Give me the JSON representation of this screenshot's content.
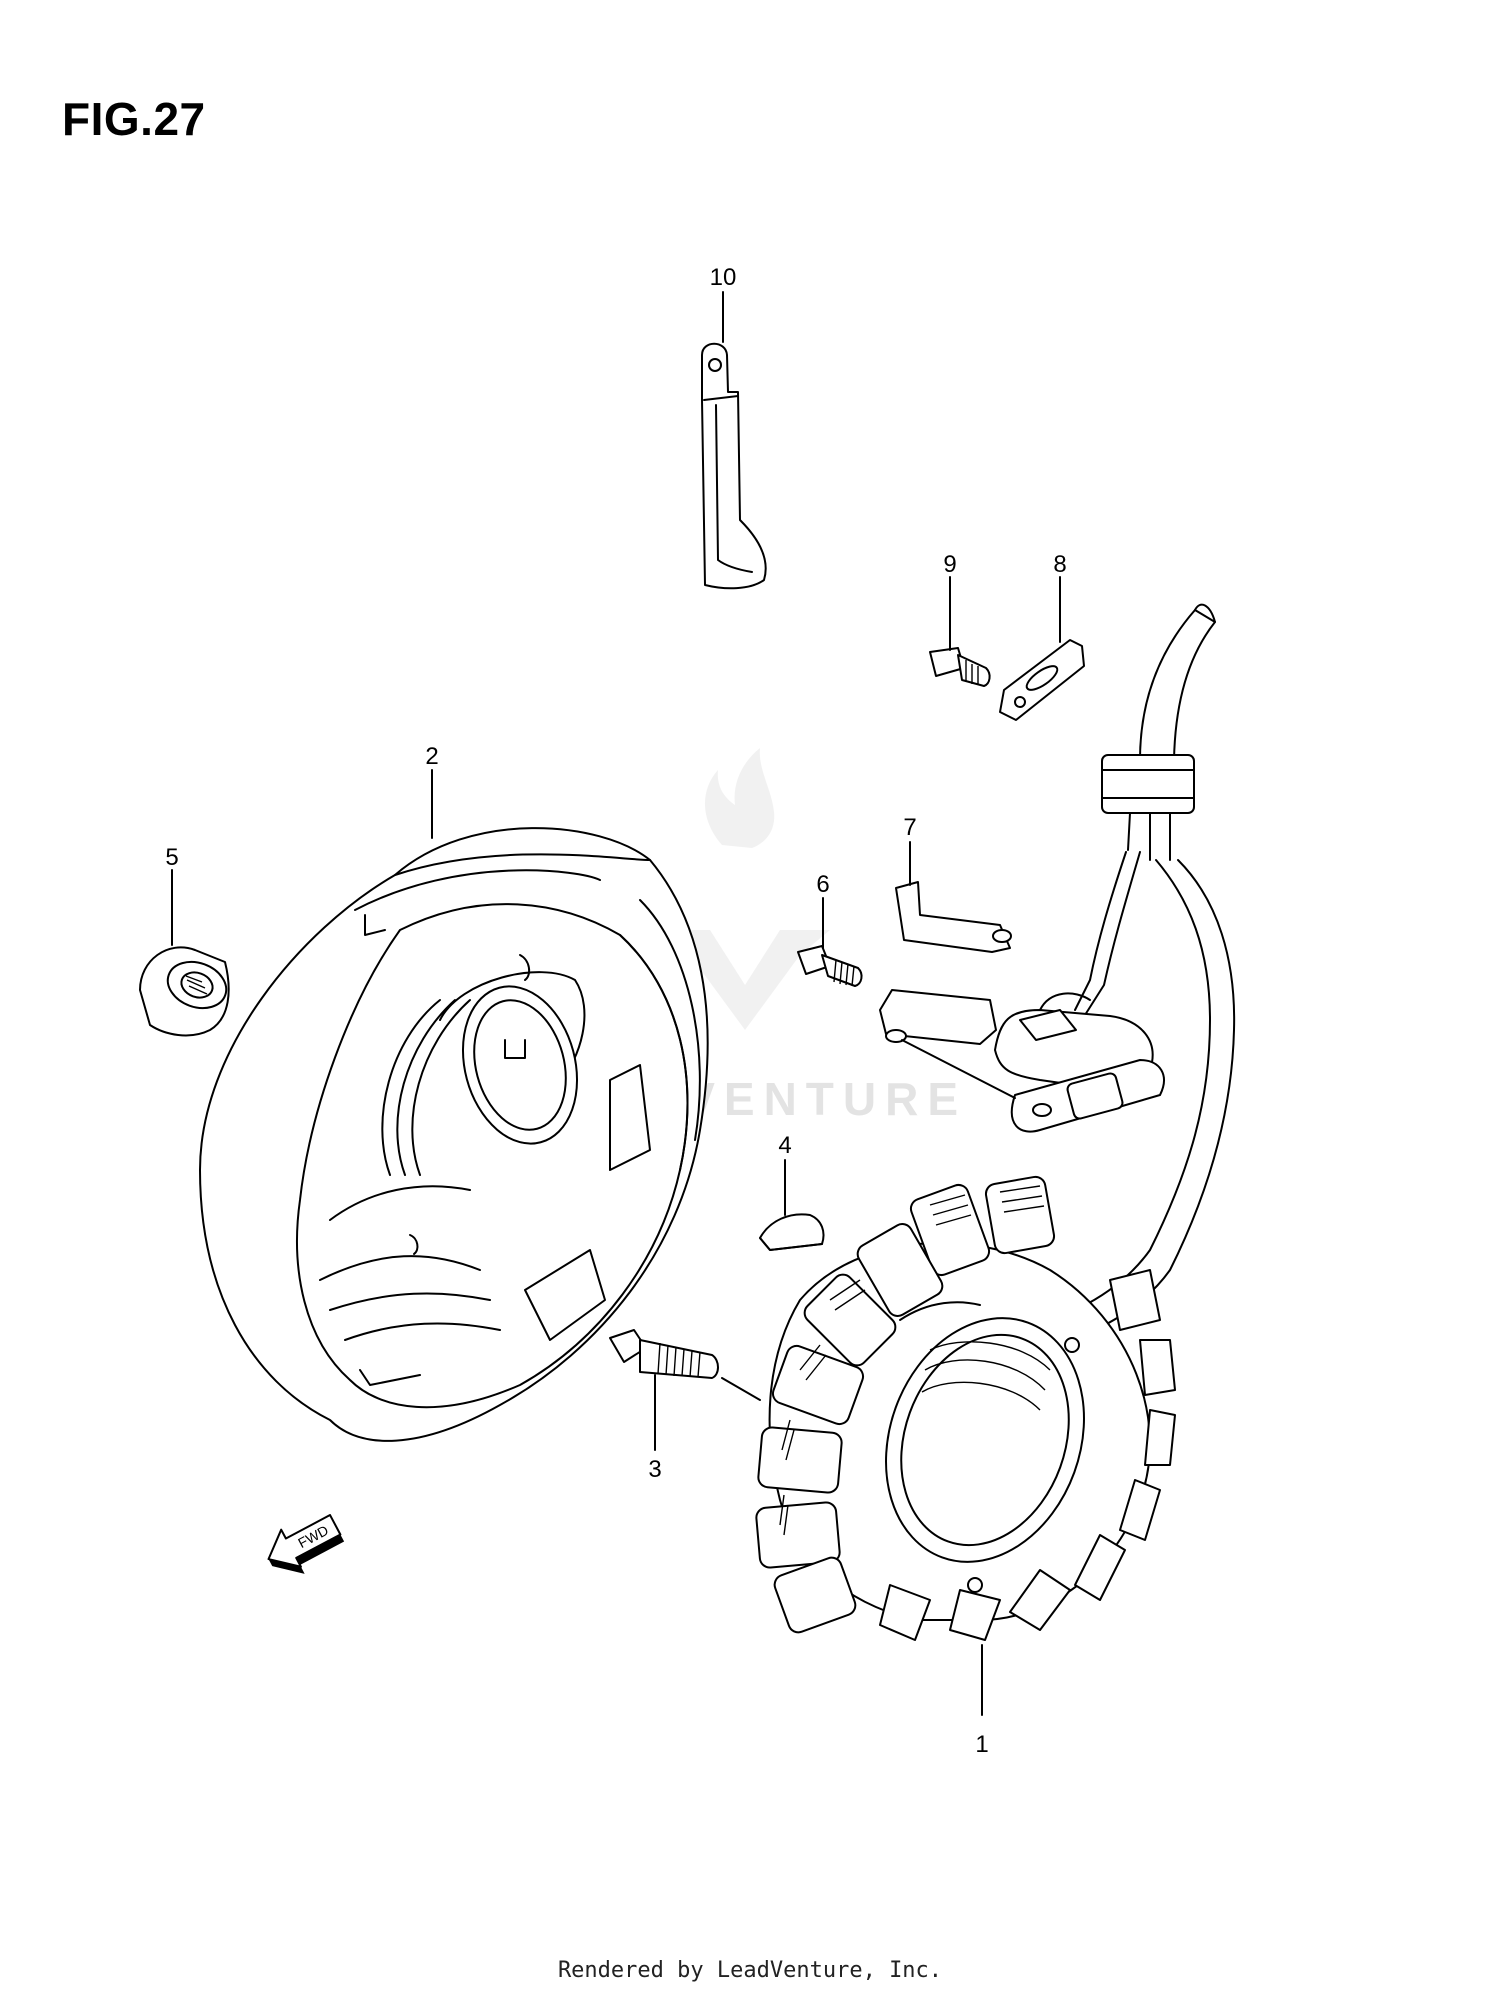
{
  "figure": {
    "title": "FIG.27"
  },
  "callouts": [
    {
      "id": "1",
      "label": "1"
    },
    {
      "id": "2",
      "label": "2"
    },
    {
      "id": "3",
      "label": "3"
    },
    {
      "id": "4",
      "label": "4"
    },
    {
      "id": "5",
      "label": "5"
    },
    {
      "id": "6",
      "label": "6"
    },
    {
      "id": "7",
      "label": "7"
    },
    {
      "id": "8",
      "label": "8"
    },
    {
      "id": "9",
      "label": "9"
    },
    {
      "id": "10",
      "label": "10"
    }
  ],
  "fwd_arrow": {
    "label": "FWD"
  },
  "watermark": {
    "text": "LEADVENTURE"
  },
  "footer": {
    "text": "Rendered by LeadVenture, Inc."
  }
}
